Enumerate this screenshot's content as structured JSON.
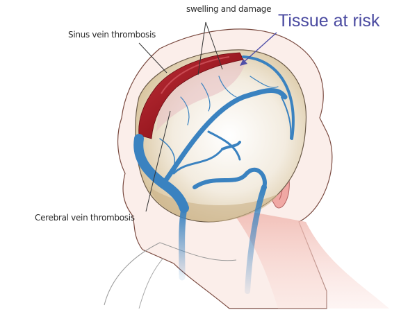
{
  "labels": {
    "swelling": "swelling and damage",
    "tissue_risk": "Tissue at risk",
    "sinus": "Sinus vein thrombosis",
    "cerebral": "Cerebral vein thrombosis"
  },
  "colors": {
    "sinus_clot": "#9c1a22",
    "veins": "#3a82c0",
    "tissue_risk_text": "#4a4aa0",
    "skin": "#f2c9c4",
    "brain": "#e9dcc4",
    "outline": "#7a4a40"
  }
}
